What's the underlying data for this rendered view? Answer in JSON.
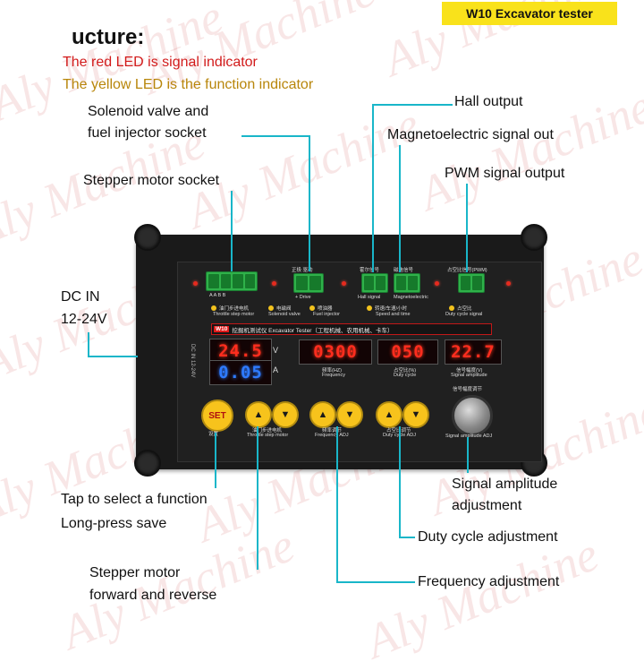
{
  "badge": "W10  Excavator tester",
  "heading": "ucture:",
  "notes": {
    "red": "The red LED is signal indicator",
    "yellow": "The yellow LED is the function indicator"
  },
  "labels": {
    "solenoid_1": "Solenoid valve and",
    "solenoid_2": "fuel injector socket",
    "hall": "Hall output",
    "magneto": "Magnetoelectric signal out",
    "pwm": "PWM signal output",
    "stepper_socket": "Stepper motor socket",
    "dc_1": "DC  IN",
    "dc_2": "12-24V",
    "set_1": "Tap to select a function",
    "set_2": "Long-press save",
    "amp_1": "Signal amplitude",
    "amp_2": "adjustment",
    "duty": "Duty cycle adjustment",
    "stepper_1": "Stepper motor",
    "stepper_2": "forward and reverse",
    "freq": "Frequency adjustment"
  },
  "device": {
    "model": "W10",
    "title": "挖掘机测试仪 Excavator Tester（工程机械、农用机械、卡车）",
    "voltmeter_top": "24.5",
    "voltmeter_bottom": "0.05",
    "unit_v": "V",
    "unit_a": "A",
    "freq_display": "0300",
    "duty_display": "050",
    "amp_display": "22.7",
    "freq_caption": "频率(HZ)",
    "freq_caption_en": "Frequency",
    "duty_caption": "占空比(%)",
    "duty_caption_en": "Duty cycle",
    "amp_caption": "信号幅度(V)",
    "amp_caption_en": "Signal amplitude",
    "amp_adj": "信号幅度调节",
    "amp_adj_en": "Signal amplitude ADJ",
    "set": "SET",
    "set_cn": "设置",
    "stepper_cn": "油门步进电机",
    "stepper_en": "Throttle step motor",
    "freq_adj_cn": "频率调节",
    "freq_adj_en": "Frequency ADJ",
    "duty_adj_cn": "占空比调节",
    "duty_adj_en": "Duty cycle ADJ",
    "dc_side": "DC IN 12-24V",
    "term1_pins": "A  A  B  B",
    "term2_top": "正极  驱动",
    "term2_pins": "+    Drive",
    "term3_top": "霍尔信号",
    "term3_en": "Hall signal",
    "term4_top": "磁电信号",
    "term4_en": "Magnetoelectric",
    "term5_top": "占空比信号(PWM)",
    "ind1": "油门步进电机",
    "ind1_en": "Throttle step motor",
    "ind2": "电磁阀",
    "ind2_en": "Solenoid valve",
    "ind3": "喷油器",
    "ind3_en": "Fuel injector",
    "ind4": "转速/车速/小时",
    "ind4_en": "Speed and time",
    "ind5": "占空比",
    "ind5_en": "Duty cycle signal"
  },
  "watermark": "Aly Machine",
  "colors": {
    "leader": "#19b6c9",
    "red_note": "#d21b1b",
    "yellow_note": "#b8860b",
    "badge": "#f9e21b"
  }
}
